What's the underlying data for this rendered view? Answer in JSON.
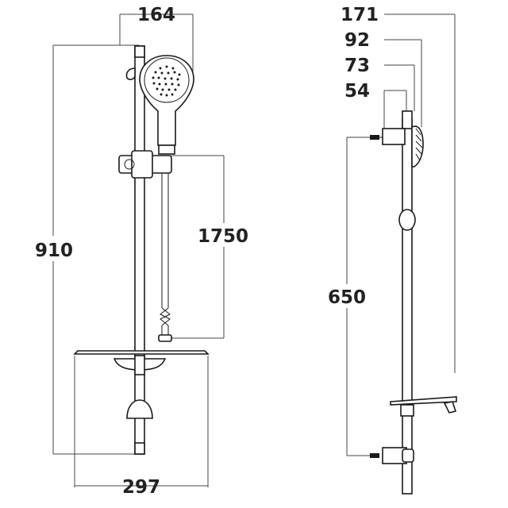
{
  "front_view": {
    "dimensions": {
      "head_width": "164",
      "total_height": "910",
      "hose_length": "1750",
      "shelf_width": "297"
    }
  },
  "side_view": {
    "dimensions": {
      "total_depth": "171",
      "head_depth": "92",
      "slider_depth": "73",
      "bracket_depth": "54",
      "bracket_spacing": "650"
    }
  }
}
